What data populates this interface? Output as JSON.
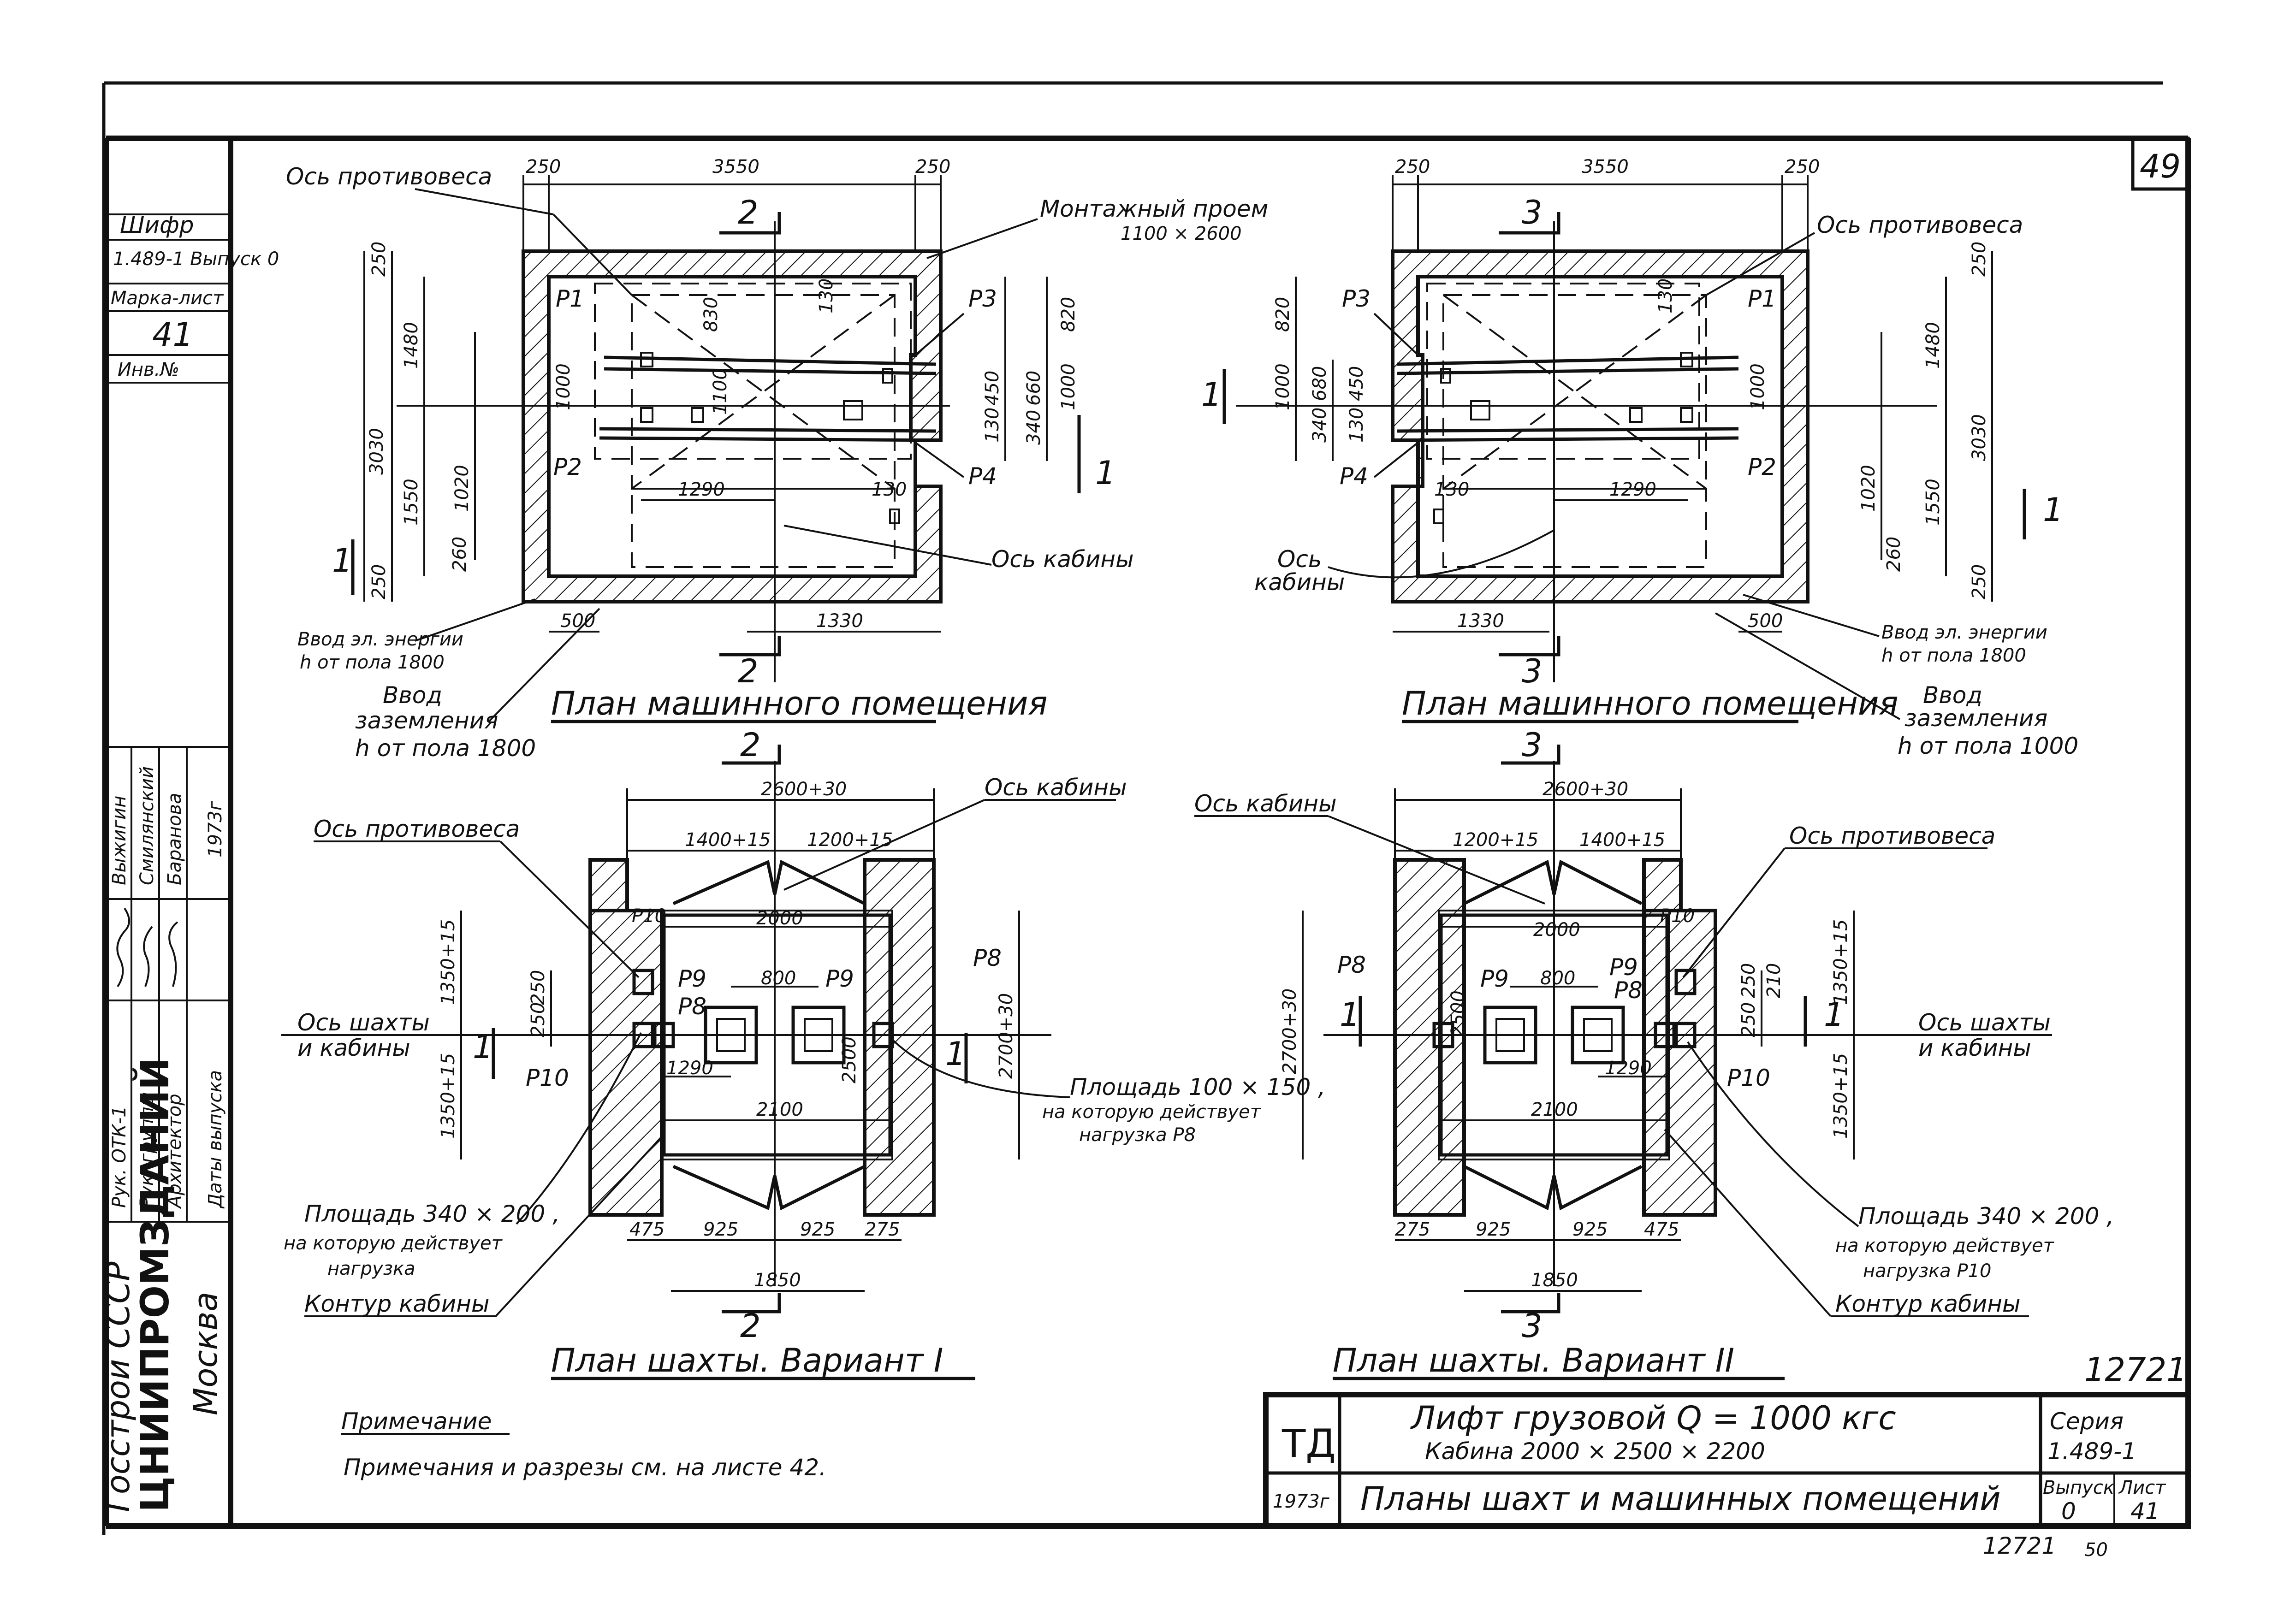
{
  "sheet": {
    "page_number": "49",
    "archive_number_top": "12721",
    "archive_number_bottom": "12721",
    "archive_sheet": "50"
  },
  "left_stamp": {
    "cells": [
      "Шифр",
      "1.489-1 Выпуск 0",
      "Марка-лист",
      "41",
      "Инв.№"
    ],
    "roles": [
      "Рук. ОТК-1",
      "Рук. группы",
      "Архитектор",
      "Даты выпуска"
    ],
    "names": [
      "Выжигин",
      "Смилянский",
      "Баранова"
    ],
    "year": "1973г",
    "org_1": "Госстрой СССР",
    "org_2": "ЦНИИПРОМЗДАНИЙ",
    "org_3": "Москва"
  },
  "plans": {
    "machine_1": {
      "title": "План машинного помещения",
      "top_dims": [
        "250",
        "3550",
        "250"
      ],
      "left_dims": [
        "250",
        "1480",
        "3030",
        "1550",
        "260",
        "250",
        "1000",
        "1020"
      ],
      "right_dims": [
        "820",
        "1000",
        "450",
        "660",
        "130",
        "340"
      ],
      "inner_dims": [
        "830",
        "130",
        "1100",
        "1290",
        "130"
      ],
      "bottom_dims": [
        "500",
        "1330"
      ],
      "loads": [
        "P1",
        "P2",
        "P3",
        "P4"
      ],
      "section": [
        "2",
        "2",
        "1",
        "1"
      ],
      "labels": {
        "counterweight_axis": "Ось противовеса",
        "mount_opening": "Монтажный проем",
        "mount_opening_size": "1100 × 2600",
        "cabin_axis": "Ось кабины",
        "power_in": "Ввод эл. энергии",
        "power_h": "h от пола 1800",
        "ground_in": "Ввод",
        "ground_in_2": "заземления",
        "ground_h": "h от пола 1800"
      }
    },
    "machine_2": {
      "title": "План машинного помещения",
      "top_dims": [
        "250",
        "3550",
        "250"
      ],
      "right_dims": [
        "250",
        "1480",
        "3030",
        "1550",
        "260",
        "250",
        "1000",
        "1020"
      ],
      "left_dims": [
        "820",
        "1000",
        "680",
        "450",
        "340",
        "130"
      ],
      "inner_dims": [
        "130",
        "1290",
        "130"
      ],
      "bottom_dims": [
        "1330",
        "500"
      ],
      "loads": [
        "P3",
        "P1",
        "P4",
        "P2"
      ],
      "section": [
        "3",
        "3",
        "1",
        "1"
      ],
      "labels": {
        "counterweight_axis": "Ось противовеса",
        "cabin_axis": "Ось",
        "cabin_axis_2": "кабины",
        "power_in": "Ввод эл. энергии",
        "power_h": "h от пола 1800",
        "ground_in": "Ввод",
        "ground_in_2": "заземления",
        "ground_h": "h от пола 1000"
      }
    },
    "shaft_1": {
      "title": "План шахты. Вариант I",
      "top_dims": [
        "2600+30",
        "1400+15",
        "1200+15"
      ],
      "inner_dims": [
        "2000",
        "800",
        "1290",
        "2100",
        "2500"
      ],
      "left_dims": [
        "1350+15",
        "250",
        "250",
        "1350+15"
      ],
      "right_dims": [
        "2700+30"
      ],
      "bottom_dims": [
        "475",
        "925",
        "925",
        "275",
        "1850"
      ],
      "loads": [
        "P10",
        "P9",
        "P8",
        "P9",
        "P8",
        "P10"
      ],
      "section": [
        "2",
        "2",
        "1",
        "1"
      ],
      "labels": {
        "counterweight_axis": "Ось противовеса",
        "cabin_axis": "Ось кабины",
        "shaft_axis": "Ось шахты",
        "shaft_axis_2": "и кабины",
        "area_100": "Площадь 100 × 150 ,",
        "area_100_2": "на которую действует",
        "area_100_3": "нагрузка P8",
        "area_340": "Площадь 340 × 200 ,",
        "area_340_2": "на которую действует",
        "area_340_3": "нагрузка",
        "cabin_contour": "Контур кабины"
      }
    },
    "shaft_2": {
      "title": "План шахты. Вариант II",
      "top_dims": [
        "2600+30",
        "1200+15",
        "1400+15"
      ],
      "inner_dims": [
        "2000",
        "800",
        "1290",
        "2100",
        "2500"
      ],
      "left_dims": [
        "2700+30"
      ],
      "right_dims": [
        "1350+15",
        "250",
        "210",
        "250",
        "1350+15"
      ],
      "bottom_dims": [
        "275",
        "925",
        "925",
        "475",
        "1850"
      ],
      "loads": [
        "P8",
        "P9",
        "P9",
        "P8",
        "P10",
        "P10"
      ],
      "section": [
        "3",
        "3",
        "1",
        "1"
      ],
      "labels": {
        "counterweight_axis": "Ось противовеса",
        "cabin_axis": "Ось кабины",
        "shaft_axis": "Ось шахты",
        "shaft_axis_2": "и кабины",
        "area_340": "Площадь 340 × 200 ,",
        "area_340_2": "на которую действует",
        "area_340_3": "нагрузка P10",
        "cabin_contour": "Контур кабины"
      }
    }
  },
  "note": {
    "heading": "Примечание",
    "text": "Примечания и разрезы см. на листе 42."
  },
  "title_block": {
    "mark": "ТД",
    "line1": "Лифт грузовой Q = 1000 кгс",
    "line2": "Кабина 2000 × 2500 × 2200",
    "year": "1973г",
    "sheet_title": "Планы шахт и машинных помещений",
    "series_label": "Серия",
    "series_value": "1.489-1",
    "issue_label": "Выпуск",
    "issue_value": "0",
    "sheet_label": "Лист",
    "sheet_value": "41"
  }
}
